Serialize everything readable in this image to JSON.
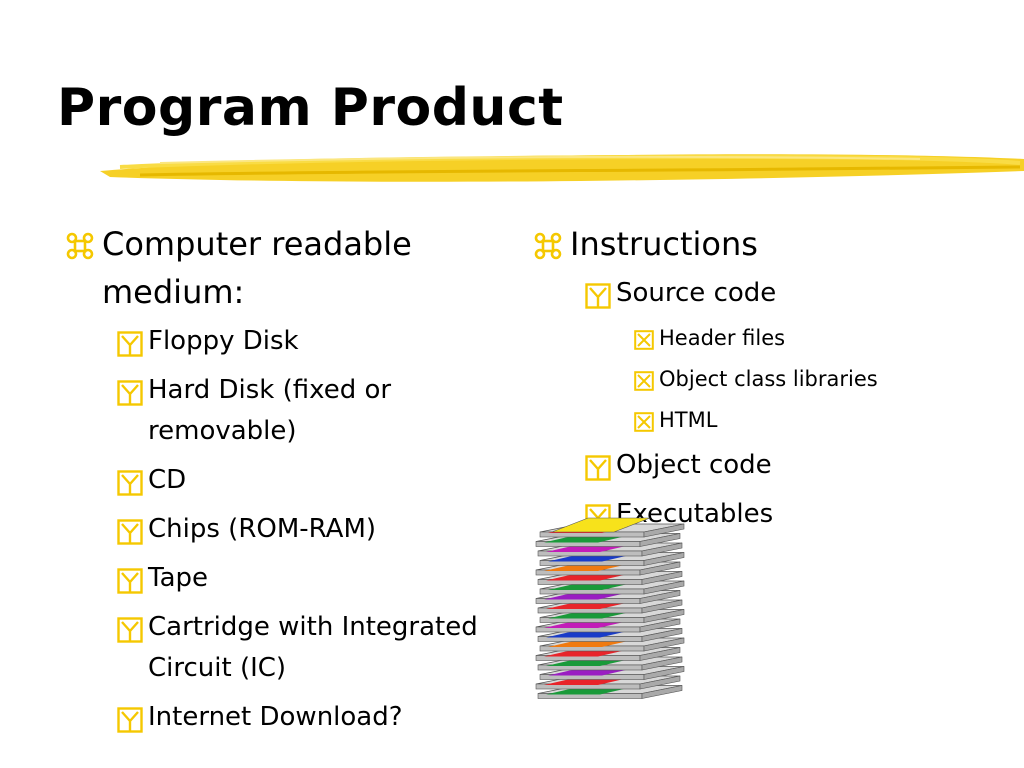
{
  "slide": {
    "title": "Program Product",
    "left_column": {
      "heading": "Computer readable medium:",
      "items": [
        "Floppy Disk",
        "Hard Disk (fixed or removable)",
        "CD",
        "Chips (ROM-RAM)",
        "Tape",
        "Cartridge with Integrated Circuit (IC)",
        "Internet Download?"
      ]
    },
    "right_column": {
      "heading": "Instructions",
      "source_code": {
        "label": "Source code",
        "children": [
          "Header files",
          "Object class libraries",
          "HTML"
        ]
      },
      "object_code": {
        "label": "Object code"
      },
      "executables": {
        "label": "Executables"
      }
    }
  },
  "colors": {
    "accent": "#f5c800",
    "bullet": "#f5c800",
    "text": "#000000"
  },
  "icons": {
    "level1_bullet": "command-icon",
    "level2_bullet": "checkbox-y-icon",
    "level3_bullet": "checkbox-x-icon",
    "illustration": "floppy-disk-stack-icon"
  }
}
